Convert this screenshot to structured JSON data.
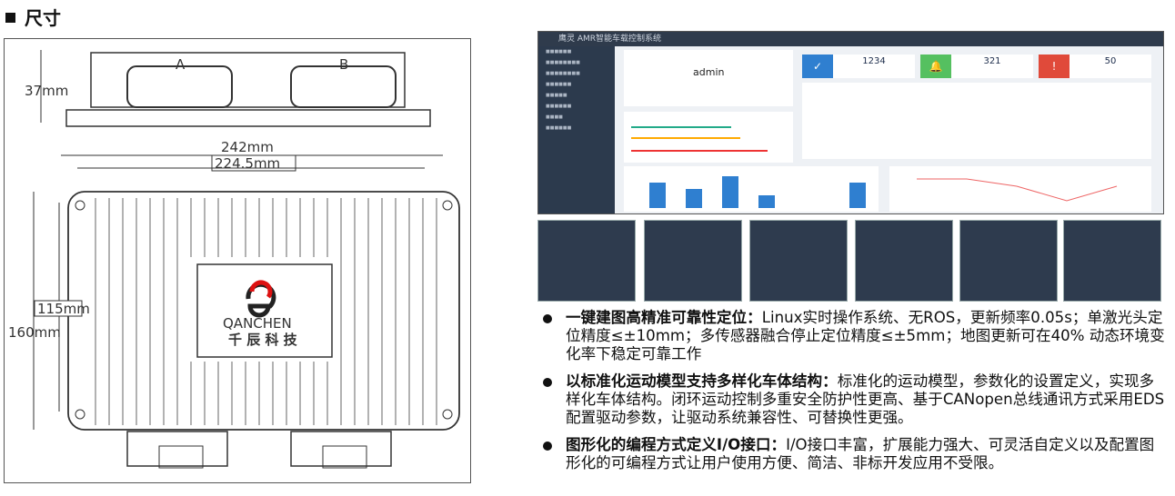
{
  "section_title": "尺寸",
  "drawing": {
    "label_a": "A",
    "label_b": "B",
    "dim_height": "37mm",
    "dim_width_total": "242mm",
    "dim_width_inner": "224.5mm",
    "dim_inner_height": "115mm",
    "dim_total_height": "160mm",
    "logo_brand": "QANCHEN",
    "logo_cn": "千 辰 科 技"
  },
  "dashboard": {
    "app_title": "鹰灵 AMR智能车载控制系统",
    "user": "admin",
    "stats": [
      {
        "value": "1234",
        "color": "#2f7fd0"
      },
      {
        "value": "321",
        "color": "#55c060"
      },
      {
        "value": "50",
        "color": "#e04a3a"
      }
    ],
    "chart_bar": {
      "type": "bar",
      "values": [
        4,
        3,
        5,
        2,
        4
      ]
    },
    "chart_line": {
      "type": "line",
      "values": [
        4,
        4,
        3,
        1,
        3
      ]
    }
  },
  "bullets": [
    {
      "head": "一键建图高精准可靠性定位：",
      "body": "Linux实时操作系统、无ROS，更新频率0.05s；单激光头定位精度≤±10mm；多传感器融合停止定位精度≤±5mm；地图更新可在40% 动态环境变化率下稳定可靠工作"
    },
    {
      "head": "以标准化运动模型支持多样化车体结构：",
      "body": "标准化的运动模型，参数化的设置定义，实现多样化车体结构。闭环运动控制多重安全防护性更高、基于CANopen总线通讯方式采用EDS配置驱动参数，让驱动系统兼容性、可替换性更强。"
    },
    {
      "head": "图形化的编程方式定义I/O接口：",
      "body": "I/O接口丰富，扩展能力强大、可灵活自定义以及配置图形化的可编程方式让用户使用方便、简洁、非标开发应用不受限。"
    }
  ]
}
